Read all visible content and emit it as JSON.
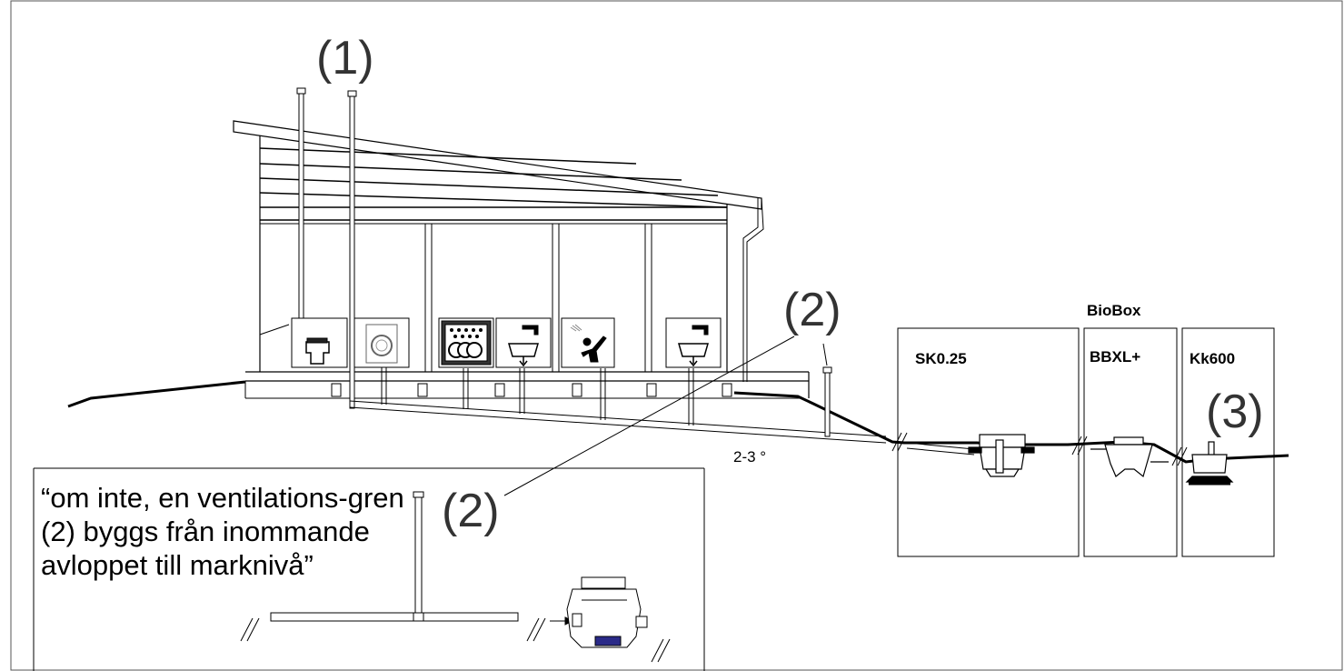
{
  "labels": {
    "vent1": "(1)",
    "vent2_upper": "(2)",
    "vent2_note": "(2)",
    "vent3": "(3)",
    "slope": "2-3 °",
    "biobox": "BioBox"
  },
  "units": [
    {
      "name": "SK0.25"
    },
    {
      "name": "BBXL+"
    },
    {
      "name": "Kk600"
    }
  ],
  "note": {
    "text": "“om inte, en ventilations-gren (2)  byggs från inommande avloppet till marknivå”"
  },
  "fixtures": [
    "toilet-icon",
    "washing-machine-icon",
    "dishwasher-icon",
    "sink-icon",
    "shower-icon",
    "sink-icon"
  ]
}
